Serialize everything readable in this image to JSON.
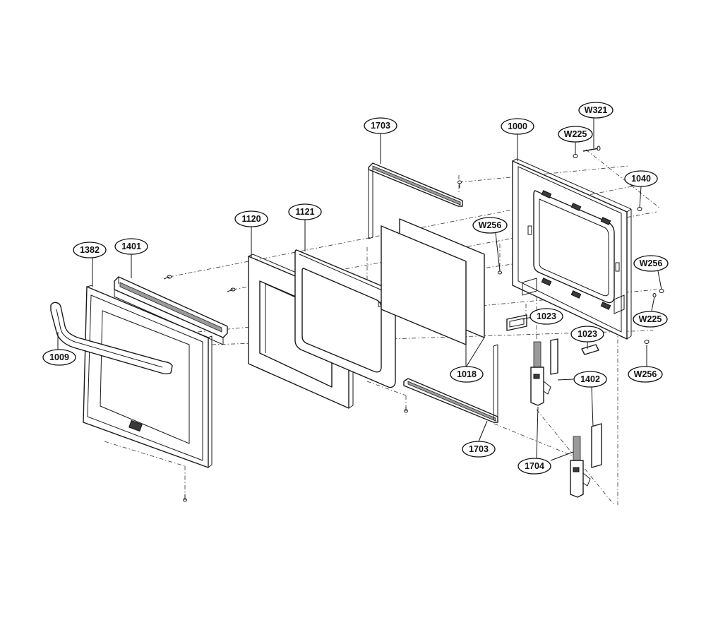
{
  "callouts": [
    {
      "id": "c-1703-top",
      "label": "1703"
    },
    {
      "id": "c-1000",
      "label": "1000"
    },
    {
      "id": "c-w321",
      "label": "W321"
    },
    {
      "id": "c-w225-top",
      "label": "W225"
    },
    {
      "id": "c-1040",
      "label": "1040"
    },
    {
      "id": "c-1121",
      "label": "1121"
    },
    {
      "id": "c-1120",
      "label": "1120"
    },
    {
      "id": "c-w256-mid",
      "label": "W256"
    },
    {
      "id": "c-1382",
      "label": "1382"
    },
    {
      "id": "c-1401",
      "label": "1401"
    },
    {
      "id": "c-w256-right",
      "label": "W256"
    },
    {
      "id": "c-w225-right",
      "label": "W225"
    },
    {
      "id": "c-1023-a",
      "label": "1023"
    },
    {
      "id": "c-1023-b",
      "label": "1023"
    },
    {
      "id": "c-1009",
      "label": "1009"
    },
    {
      "id": "c-1018",
      "label": "1018"
    },
    {
      "id": "c-w256-low",
      "label": "W256"
    },
    {
      "id": "c-1402",
      "label": "1402"
    },
    {
      "id": "c-1703-bottom",
      "label": "1703"
    },
    {
      "id": "c-1704",
      "label": "1704"
    }
  ]
}
